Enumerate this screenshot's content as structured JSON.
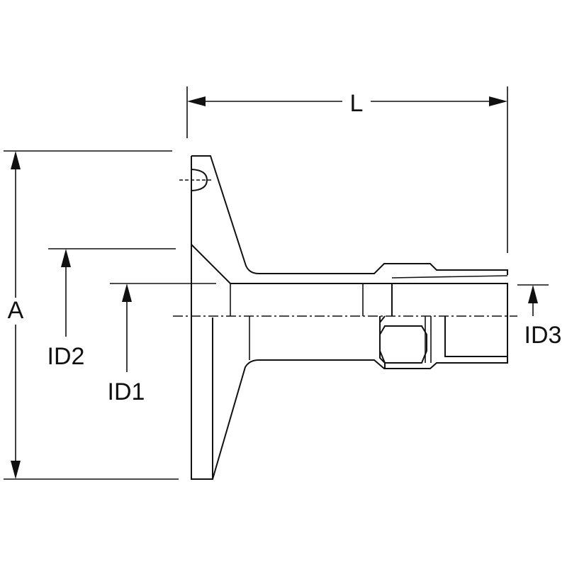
{
  "labels": {
    "L": "L",
    "A": "A",
    "ID1": "ID1",
    "ID2": "ID2",
    "ID3": "ID3"
  }
}
